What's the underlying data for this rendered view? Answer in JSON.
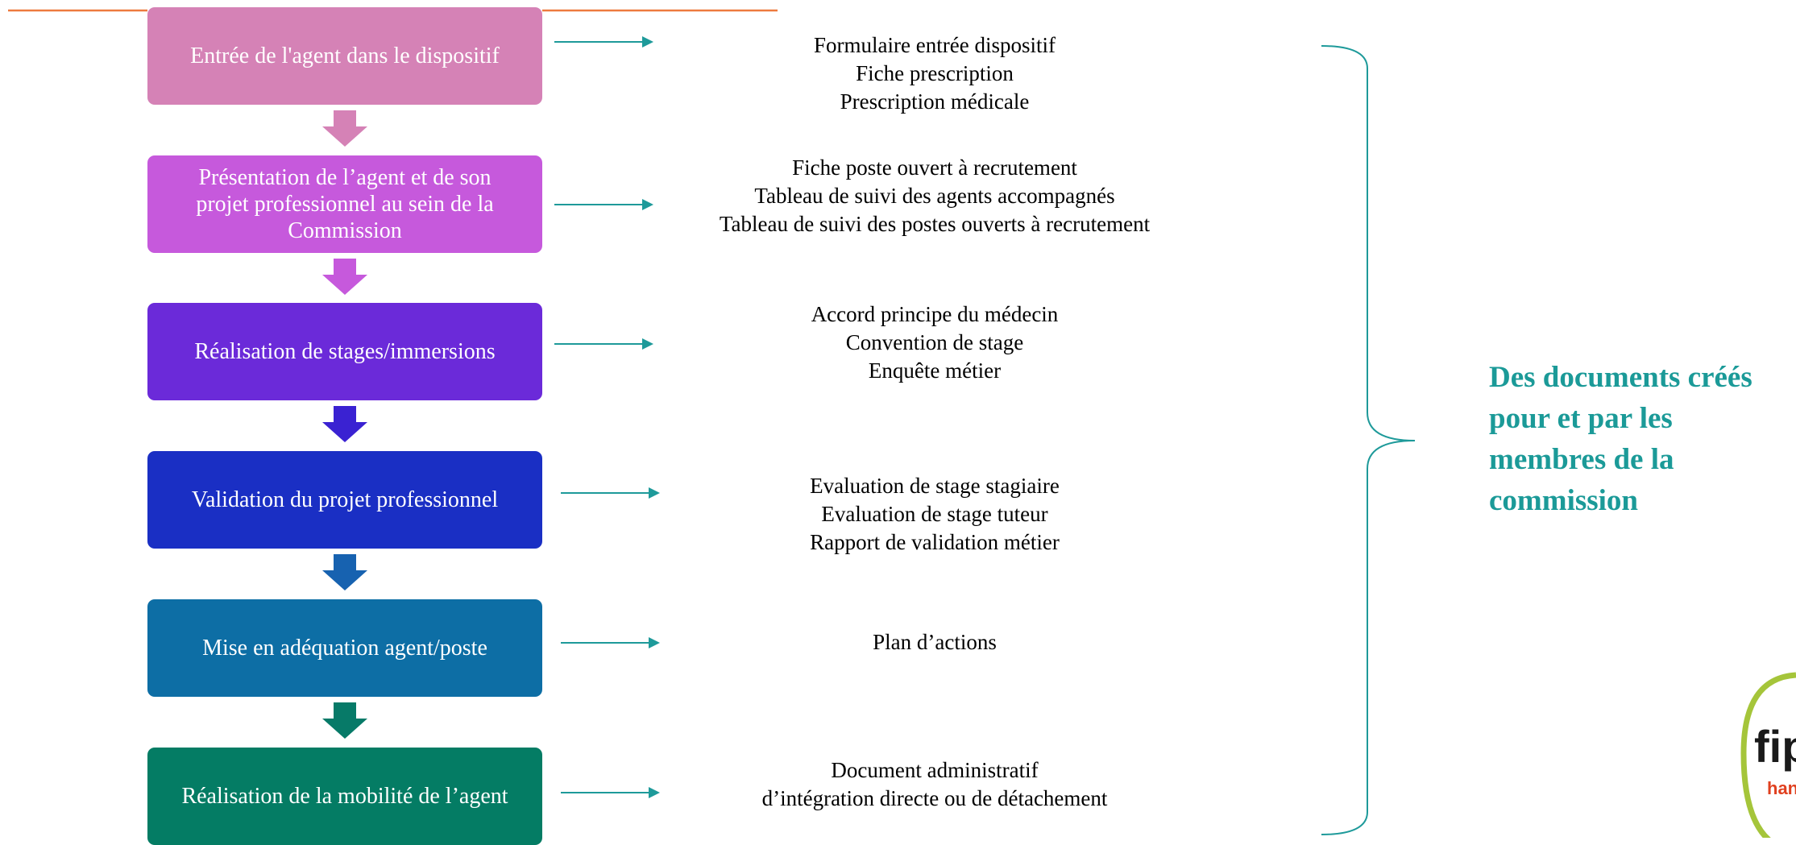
{
  "colors": {
    "top_line": "#ed7a3f",
    "arrow": "#1e9a9a",
    "bracket": "#1e9a9a",
    "summary_text": "#1b9a98",
    "logo_ring": "#a5c53a",
    "logo_accent": "#e0401f"
  },
  "steps": [
    {
      "label": "Entrée de l'agent  dans le dispositif",
      "color": "#d582b6",
      "chevron_color": "#d582b6"
    },
    {
      "label": "Présentation  de l’agent  et de son\nprojet professionnel  au sein de la\nCommission",
      "color": "#c659dc",
      "chevron_color": "#c659dc"
    },
    {
      "label": "Réalisation  de stages/immersions",
      "color": "#6b2ad9",
      "chevron_color": "#3a22d2"
    },
    {
      "label": "Validation  du projet professionnel",
      "color": "#1a2fc4",
      "chevron_color": "#1762b0"
    },
    {
      "label": "Mise en adéquation  agent/poste",
      "color": "#0d6ea5",
      "chevron_color": "#077a68"
    },
    {
      "label": "Réalisation  de la mobilité  de l’agent",
      "color": "#047c64"
    }
  ],
  "documents": [
    {
      "text": "Formulaire entrée dispositif\nFiche prescription\nPrescription médicale"
    },
    {
      "text": "Fiche poste ouvert à recrutement\nTableau de suivi des agents accompagnés\nTableau de suivi des postes ouverts à recrutement"
    },
    {
      "text": "Accord principe du médecin\n Convention de stage\n Enquête métier"
    },
    {
      "text": "Evaluation de stage stagiaire\nEvaluation de stage tuteur\nRapport de validation  métier"
    },
    {
      "text": "Plan d’actions"
    },
    {
      "text": "Document administratif\nd’intégration directe ou de détachement"
    }
  ],
  "summary": {
    "text": "Des documents créés\npour et par les\nmembres de la\ncommission"
  },
  "logo": {
    "text_main": "fip",
    "text_sub": "han",
    "icon": "fiphfp-logo"
  }
}
